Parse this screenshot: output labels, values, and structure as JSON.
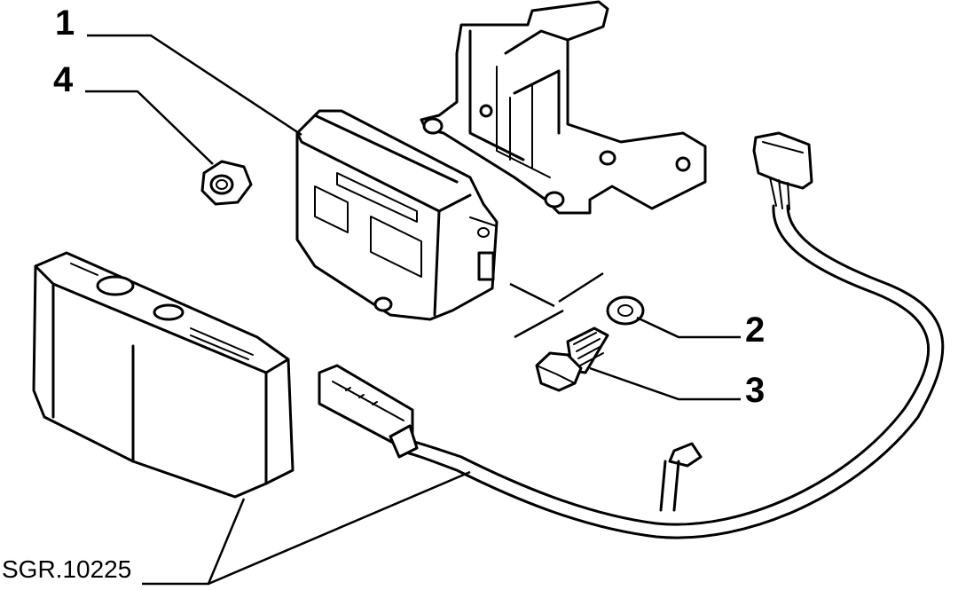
{
  "callouts": {
    "c1": "1",
    "c2": "2",
    "c3": "3",
    "c4": "4"
  },
  "reference_code": "SGR.10225"
}
